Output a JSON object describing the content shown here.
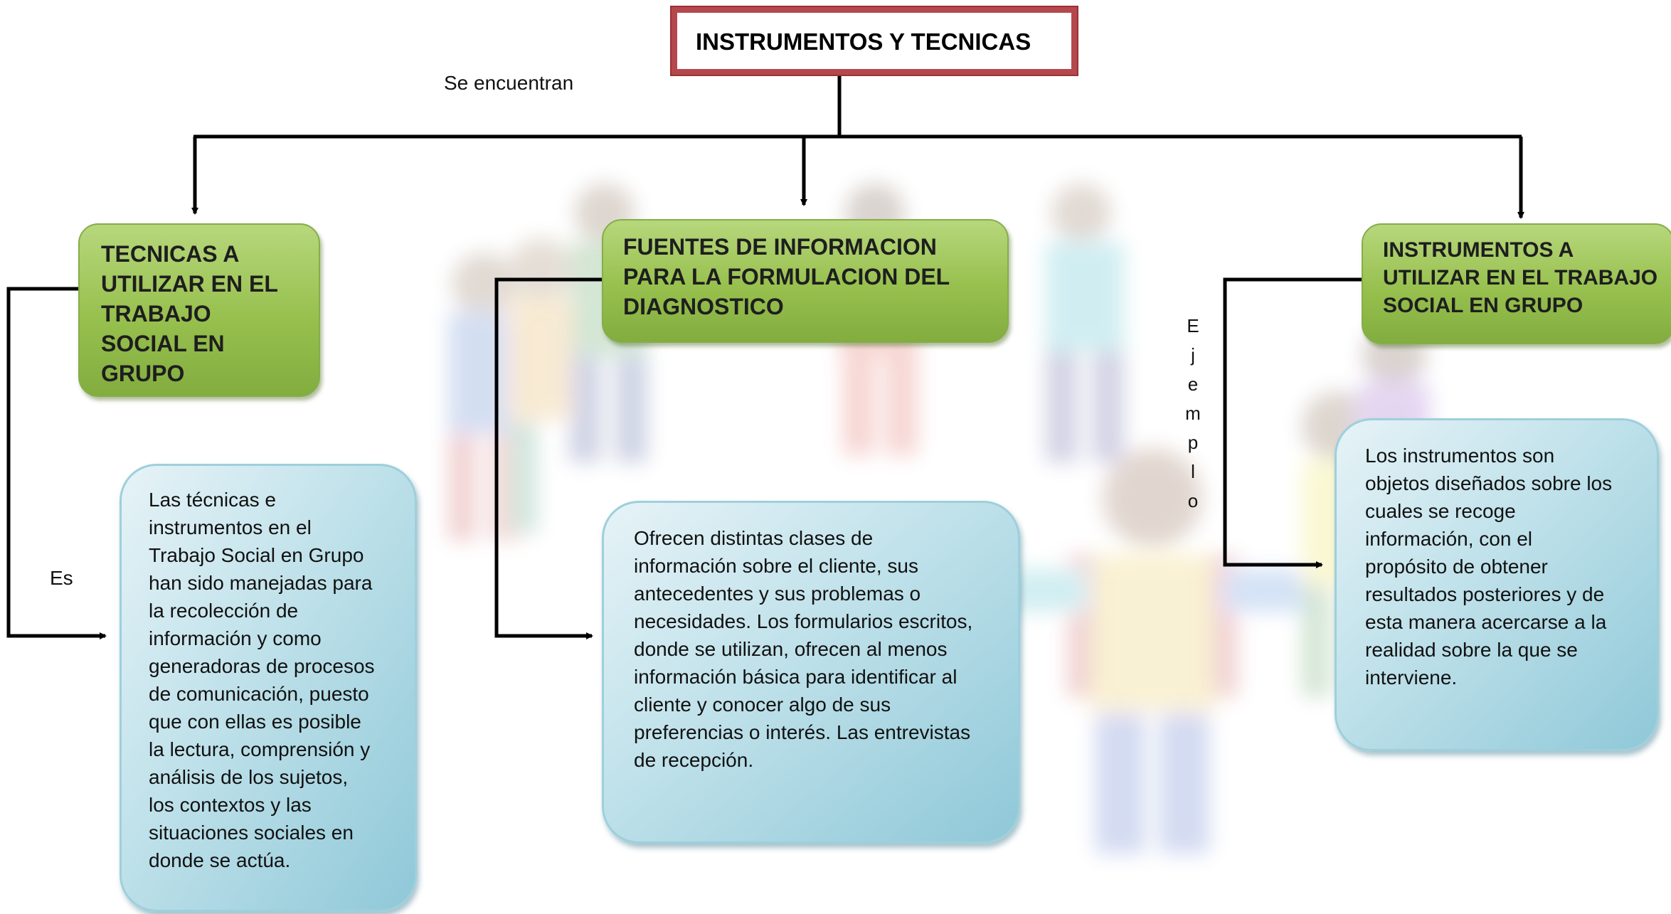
{
  "title": "INSTRUMENTOS Y TECNICAS",
  "connector_label": "Se encuentran",
  "side_label_es": "Es",
  "side_label_ejemplo": "E\nj\ne\nm\np\nl\no",
  "nodes": [
    {
      "heading": "TECNICAS A\nUTILIZAR EN EL\nTRABAJO\nSOCIAL EN\nGRUPO",
      "description": "Las técnicas e\ninstrumentos en el\nTrabajo Social en Grupo\nhan sido manejadas para\nla recolección de\ninformación y como\ngeneradoras de procesos\nde comunicación, puesto\nque con ellas es posible\nla lectura, comprensión y\nanálisis de los sujetos,\nlos contextos y las\nsituaciones sociales en\ndonde se actúa."
    },
    {
      "heading": "FUENTES DE INFORMACION\nPARA LA FORMULACION DEL\nDIAGNOSTICO",
      "description": "Ofrecen distintas clases de\ninformación sobre el cliente, sus\nantecedentes y sus problemas o\nnecesidades. Los formularios escritos,\ndonde se utilizan, ofrecen al menos\ninformación básica para identificar al\ncliente y conocer algo de sus\npreferencias o interés. Las entrevistas\nde recepción."
    },
    {
      "heading": "INSTRUMENTOS A\nUTILIZAR EN EL TRABAJO\nSOCIAL EN GRUPO",
      "description": "Los instrumentos son\nobjetos diseñados sobre los\ncuales se recoge\ninformación, con el\npropósito de obtener\nresultados posteriores y de\nesta manera acercarse a la\nrealidad sobre la que se\ninterviene."
    }
  ],
  "colors": {
    "title_border": "#b5484d",
    "green_box": "#97c04e",
    "blue_box": "#bfe1ea",
    "connector": "#000000"
  }
}
